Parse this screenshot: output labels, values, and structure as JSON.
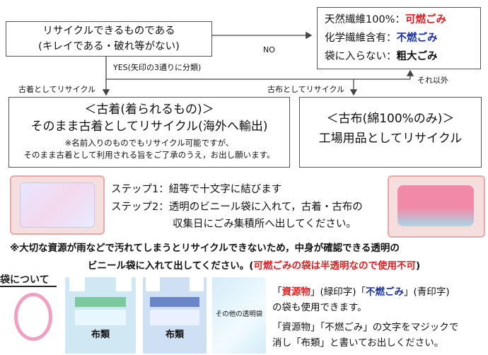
{
  "top_box": {
    "line1": "リサイクルできるものである",
    "line2": "(キレイである・破れ等がない)"
  },
  "no_label": "NO",
  "yes_label": "YES(矢印の3通りに分類)",
  "right_box": {
    "rows": [
      {
        "label": "天然繊維100%：",
        "value": "可燃ごみ",
        "color": "#e02020"
      },
      {
        "label": "化学繊維含有：",
        "value": "不燃ごみ",
        "color": "#1a2fa8"
      },
      {
        "label": "袋に入らない：",
        "value": "粗大ごみ",
        "color": "#111111"
      }
    ]
  },
  "other_label": "それ以外",
  "old_clothes_arrow_label": "古着としてリサイクル",
  "old_cloth_arrow_label": "古布としてリサイクル",
  "old_clothes_box": {
    "title": "＜古着(着られるもの)＞",
    "line": "そのまま古着としてリサイクル(海外へ輸出)",
    "note1": "※名前入りのものでもリサイクル可能ですが、",
    "note2": "そのまま古着として利用される旨をご了承のうえ，お出し願います。"
  },
  "old_cloth_box": {
    "title": "＜古布(綿100%のみ)＞",
    "line": "工場用品としてリサイクル"
  },
  "steps": {
    "step1": "ステップ1：紐等で十文字に結びます",
    "step2": "ステップ2：透明のビニール袋に入れて，古着・古布の",
    "step2b": "収集日にごみ集積所へ出してください。"
  },
  "warning": {
    "line1": "※大切な資源が雨などで汚れてしまうとリサイクルできないため，中身が確認できる透明の",
    "line2_black": "ビニール袋に入れて出してください。(",
    "line2_red": "可燃ごみの袋は半透明なので使用不可",
    "line2_end": ")"
  },
  "bag_section_label": "袋について",
  "bags": {
    "bag1_label": "布類",
    "bag2_label": "布類",
    "bag3_label": "その他の透明袋"
  },
  "bag_info": {
    "p1_a": "「",
    "p1_red": "資源物",
    "p1_b": "」(緑印字)「",
    "p1_blue": "不燃ごみ",
    "p1_c": "」(青印字)",
    "p2": "の袋も使用できます。",
    "p3": "「資源物」「不燃ごみ」の文字をマジックで",
    "p4": "消し「布類」と書いてお出しください。",
    "red": "#e02020",
    "blue": "#1a2fa8"
  }
}
